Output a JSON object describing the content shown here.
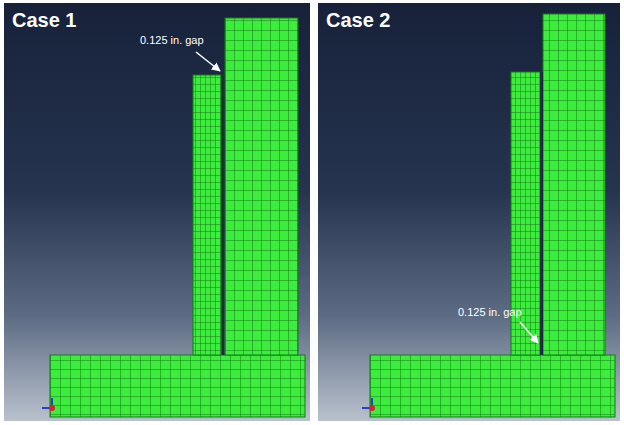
{
  "diagram": {
    "nodes": [
      {
        "text": [
          "Case 1"
        ]
      },
      {
        "text": [
          "Case 2"
        ]
      }
    ],
    "labels": [
      "0.125 in. gap",
      "0.125 in. gap"
    ]
  }
}
